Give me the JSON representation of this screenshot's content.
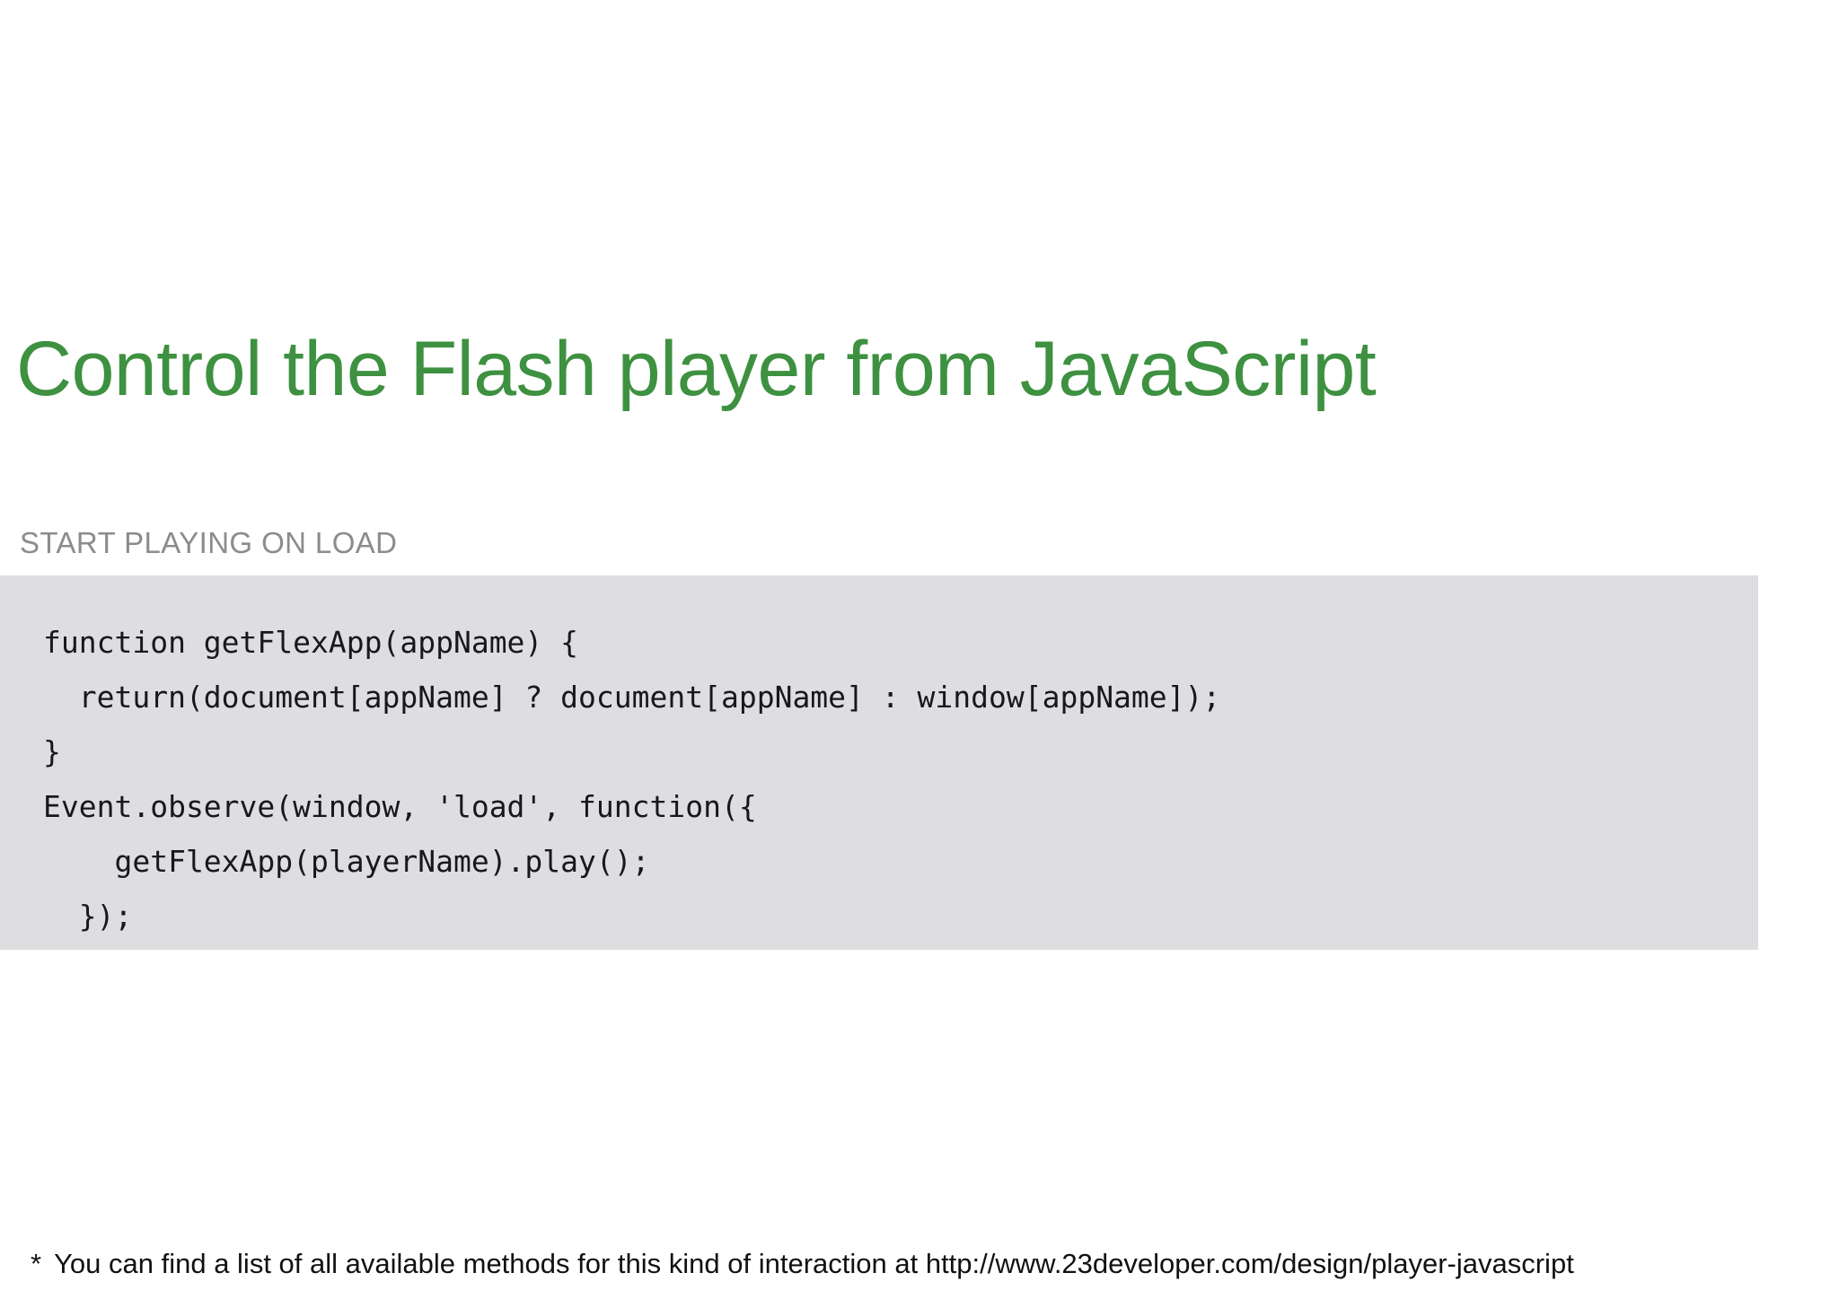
{
  "slide": {
    "title": "Control the Flash player from JavaScript",
    "section_label": "START PLAYING ON LOAD",
    "accent_color": "#3D9140",
    "label_color": "#8C8C8E",
    "code_bg_color": "#DEDDE0",
    "page_bg_color": "#FFFFFF"
  },
  "code": {
    "language": "javascript",
    "lines": [
      "function getFlexApp(appName) {",
      "  return(document[appName] ? document[appName] : window[appName]);",
      "}",
      "Event.observe(window, 'load', function({",
      "    getFlexApp(playerName).play();",
      "  });"
    ]
  },
  "footnote": {
    "marker": "*",
    "text": "You can find a list of all available methods for this kind of interaction at http://www.23developer.com/design/player-javascript",
    "url": "http://www.23developer.com/design/player-javascript"
  }
}
